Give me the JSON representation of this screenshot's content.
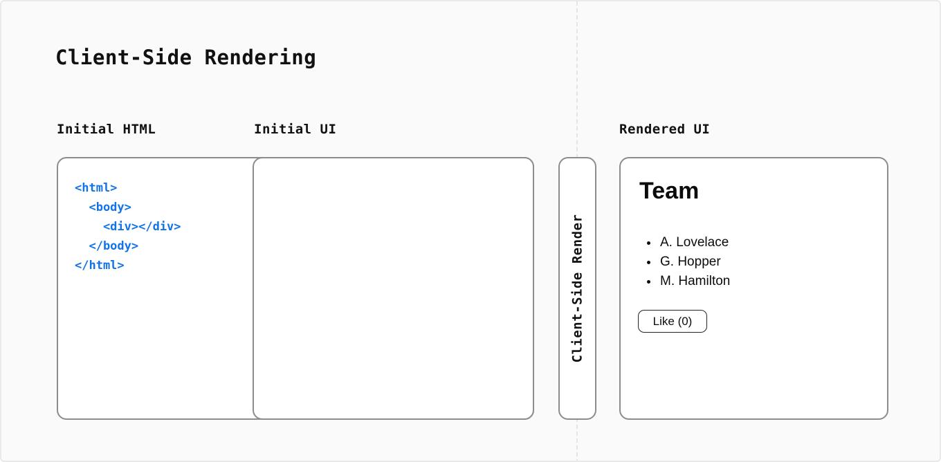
{
  "title": "Client-Side Rendering",
  "colors": {
    "page_background": "#fafafa",
    "panel_border": "#8c8c8c",
    "code_blue": "#1273e8",
    "dashed_divider": "#e4e4e4",
    "text": "#111111"
  },
  "panels": {
    "initial_html": {
      "label": "Initial HTML",
      "code_lines": [
        "<html>",
        "  <body>",
        "    <div></div>",
        "  </body>",
        "</html>"
      ]
    },
    "initial_ui": {
      "label": "Initial UI"
    },
    "transition": {
      "label": "Client-Side Render"
    },
    "rendered_ui": {
      "label": "Rendered UI",
      "heading": "Team",
      "members": [
        "A. Lovelace",
        "G. Hopper",
        "M. Hamilton"
      ],
      "like_button_label": "Like (0)"
    }
  }
}
